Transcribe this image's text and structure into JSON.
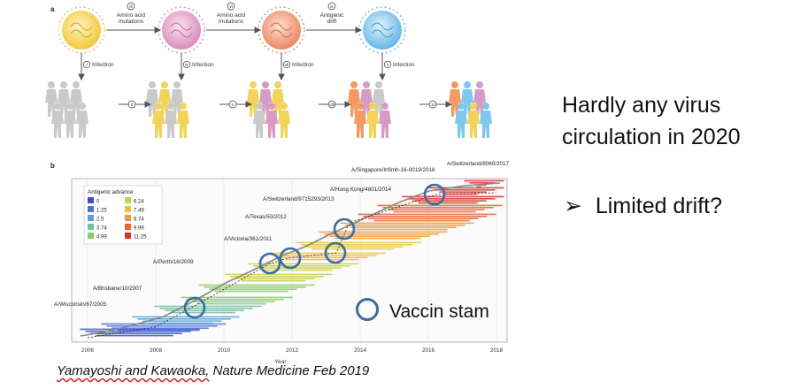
{
  "slide": {
    "bullet_line1": "Hardly any virus",
    "bullet_line2": "circulation in 2020",
    "sub_bullet_marker": "➢",
    "sub_bullet": "Limited drift?",
    "vaccine_legend": "Vaccin stam",
    "citation_authors": "Yamayoshi and Kawaoka,",
    "citation_rest": " Nature Medicine Feb 2019"
  },
  "panel_a": {
    "label": "a",
    "steps": [
      {
        "num": "iii",
        "text1": "Amino acid",
        "text2": "mutations"
      },
      {
        "num": "vi",
        "text1": "Amino acid",
        "text2": "mutations"
      },
      {
        "num": "ix",
        "text1": "Antigenic",
        "text2": "drift"
      }
    ],
    "infections": [
      {
        "num": "i",
        "text": "Infection"
      },
      {
        "num": "iv",
        "text": "Infection"
      },
      {
        "num": "vii",
        "text": "Infection"
      },
      {
        "num": "x",
        "text": "Infection"
      }
    ],
    "people_arrows": [
      "ii",
      "v",
      "viii",
      "xi"
    ],
    "virus_colors": [
      "#f4d24a",
      "#e7a6cf",
      "#f39a7a",
      "#7ec7ee"
    ]
  },
  "panel_b": {
    "label": "b",
    "xlabel": "Year",
    "x_ticks": [
      "2006",
      "2008",
      "2010",
      "2012",
      "2014",
      "2016",
      "2018"
    ],
    "legend_title": "Antigenic advance",
    "legend": [
      {
        "value": "0",
        "color": "#3b4fc4"
      },
      {
        "value": "1.25",
        "color": "#4a73d6"
      },
      {
        "value": "2.5",
        "color": "#5aa0d8"
      },
      {
        "value": "3.74",
        "color": "#6fc0a6"
      },
      {
        "value": "4.99",
        "color": "#8cc86c"
      },
      {
        "value": "6.24",
        "color": "#c7d04c"
      },
      {
        "value": "7.49",
        "color": "#ecc23a"
      },
      {
        "value": "8.74",
        "color": "#f0973a"
      },
      {
        "value": "9.99",
        "color": "#ea6230"
      },
      {
        "value": "11.25",
        "color": "#d9302b"
      }
    ],
    "strains": [
      "A/Wisconsin/67/2005",
      "A/Brisbane/10/2007",
      "A/Perth/16/2009",
      "A/Victoria/361/2011",
      "A/Texas/50/2012",
      "A/Switzerland/9715293/2013",
      "A/Hong Kong/4801/2014",
      "A/Singapore/Infimh-16-0019/2016",
      "A/Switzerland/8060/2017"
    ]
  }
}
